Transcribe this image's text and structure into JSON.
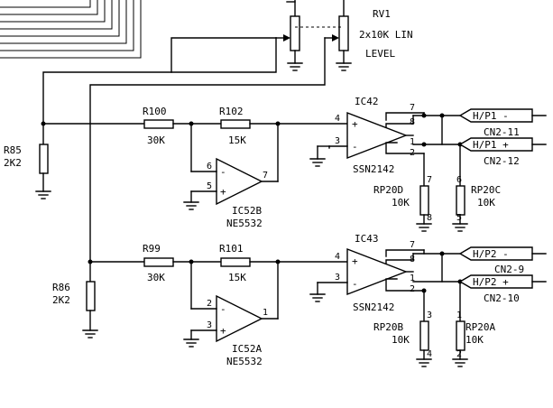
{
  "rv1": {
    "ref": "RV1",
    "value": "2x10K LIN",
    "name": "LEVEL"
  },
  "r85": {
    "ref": "R85",
    "value": "2K2"
  },
  "r86": {
    "ref": "R86",
    "value": "2K2"
  },
  "r100": {
    "ref": "R100",
    "value": "30K"
  },
  "r102": {
    "ref": "R102",
    "value": "15K"
  },
  "r99": {
    "ref": "R99",
    "value": "30K"
  },
  "r101": {
    "ref": "R101",
    "value": "15K"
  },
  "ic52b": {
    "ref": "IC52B",
    "part": "NE5532",
    "pin_in_inv": "6",
    "pin_in_noninv": "5",
    "pin_out": "7"
  },
  "ic52a": {
    "ref": "IC52A",
    "part": "NE5532",
    "pin_in_inv": "2",
    "pin_in_noninv": "3",
    "pin_out": "1"
  },
  "ic42": {
    "ref": "IC42",
    "part": "SSN2142",
    "pin_a": "4",
    "pin_b": "3",
    "pin_c": "7",
    "pin_d": "8",
    "pin_e": "1",
    "pin_f": "2"
  },
  "ic43": {
    "ref": "IC43",
    "part": "SSN2142",
    "pin_a": "4",
    "pin_b": "3",
    "pin_c": "7",
    "pin_d": "8",
    "pin_e": "1",
    "pin_f": "2"
  },
  "rp20d": {
    "ref": "RP20D",
    "value": "10K",
    "pin_top": "7",
    "pin_bottom": "8"
  },
  "rp20c": {
    "ref": "RP20C",
    "value": "10K",
    "pin_top": "6",
    "pin_bottom": "5"
  },
  "rp20b": {
    "ref": "RP20B",
    "value": "10K",
    "pin_top": "3",
    "pin_bottom": "4"
  },
  "rp20a": {
    "ref": "RP20A",
    "value": "10K",
    "pin_top": "1",
    "pin_bottom": "2"
  },
  "connectors": {
    "hp1_minus": "H/P1 -",
    "hp1_plus": "H/P1 +",
    "hp2_minus": "H/P2 -",
    "hp2_plus": "H/P2 +",
    "cn2_11": "CN2-11",
    "cn2_12": "CN2-12",
    "cn2_9": "CN2-9",
    "cn2_10": "CN2-10"
  },
  "symbols": {
    "plus": "+",
    "minus": "-"
  }
}
